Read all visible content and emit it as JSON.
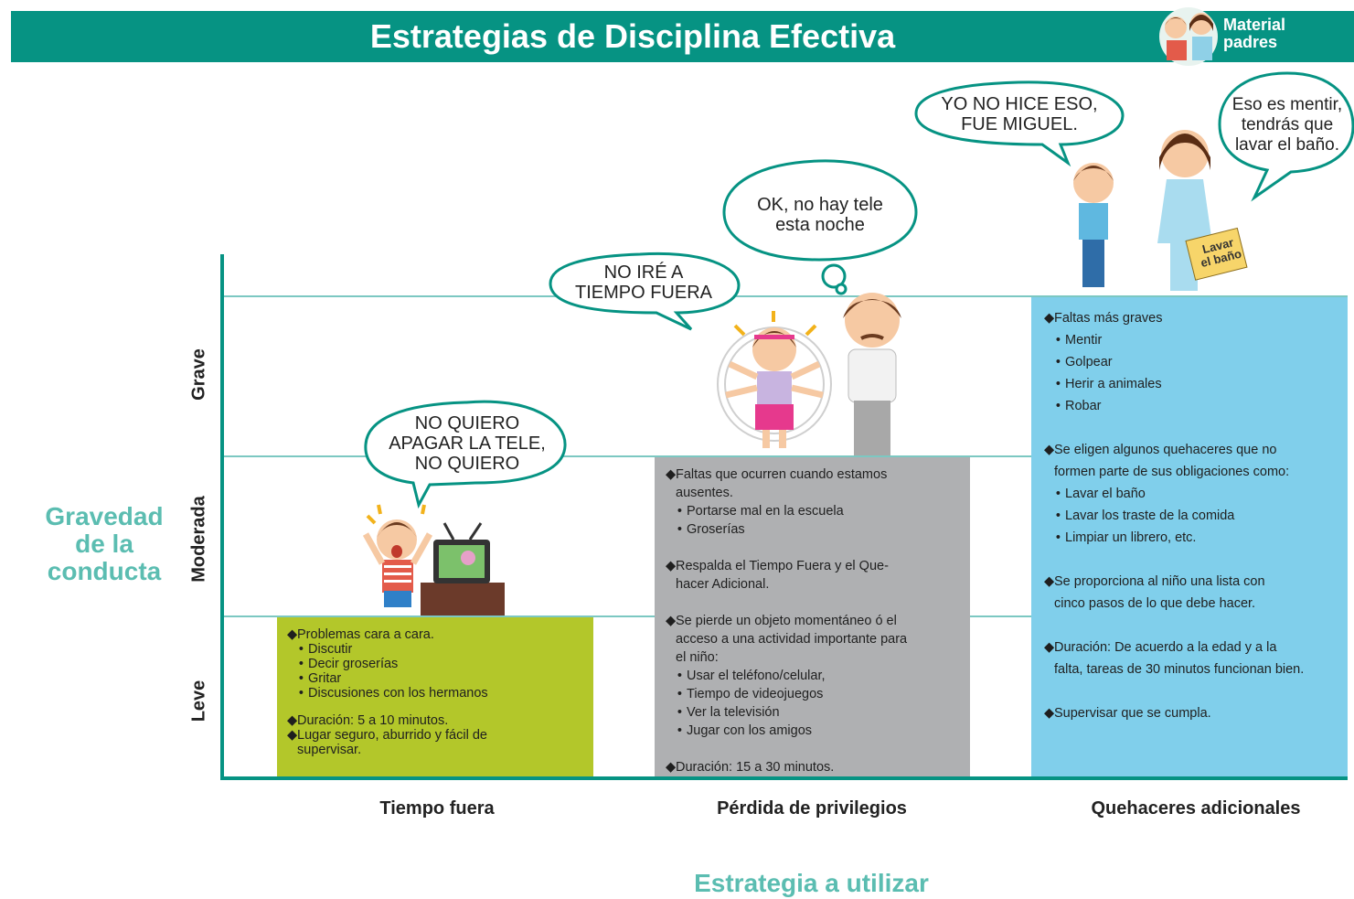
{
  "header": {
    "title": "Estrategias de Disciplina Efectiva",
    "badge_line1": "Material",
    "badge_line2": "padres"
  },
  "y_axis": {
    "title_lines": [
      "Gravedad",
      "de la",
      "conducta"
    ],
    "levels": [
      "Leve",
      "Moderada",
      "Grave"
    ]
  },
  "x_axis": {
    "title": "Estrategia a utilizar",
    "categories": [
      "Tiempo fuera",
      "Pérdida de privilegios",
      "Quehaceres adicionales"
    ]
  },
  "bubbles": {
    "tv_child": "NO QUIERO\nAPAGAR LA TELE,\nNO QUIERO",
    "girl": "NO IRÉ A\nTIEMPO FUERA",
    "father": "OK, no hay tele\nesta noche",
    "boy": "YO NO HICE ESO,\nFUE MIGUEL.",
    "mother": "Eso es mentir,\ntendrás que\nlavar el baño."
  },
  "sign_text": [
    "Lavar",
    "el baño"
  ],
  "colors": {
    "teal": "#069383",
    "light_teal": "#5bbdb1",
    "green_box": "#b3c72a",
    "gray_box": "#afb0b2",
    "blue_box": "#80cfeb"
  },
  "boxes": {
    "tiempo_fuera": {
      "p1": "Problemas cara a cara.",
      "items": [
        "Discutir",
        "Decir groserías",
        "Gritar",
        "Discusiones con los hermanos"
      ],
      "p2": "Duración: 5 a 10 minutos.",
      "p3_line1": "Lugar seguro, aburrido y fácil de",
      "p3_line2": "supervisar."
    },
    "privilegios": {
      "p1_line1": "Faltas que ocurren cuando estamos",
      "p1_line2": "ausentes.",
      "items1": [
        "Portarse mal en la escuela",
        "Groserías"
      ],
      "p2_line1": "Respalda el Tiempo Fuera y el Que-",
      "p2_line2": "hacer Adicional.",
      "p3_line1": "Se pierde un objeto momentáneo ó el",
      "p3_line2": "acceso a una actividad importante para",
      "p3_line3": "el niño:",
      "items2": [
        "Usar el teléfono/celular,",
        "Tiempo de videojuegos",
        "Ver la televisión",
        "Jugar con los amigos"
      ],
      "p4": "Duración: 15 a 30 minutos."
    },
    "quehaceres": {
      "p1": "Faltas más graves",
      "items1": [
        "Mentir",
        "Golpear",
        "Herir a animales",
        "Robar"
      ],
      "p2_line1": "Se eligen algunos quehaceres que no",
      "p2_line2": "formen parte de sus obligaciones como:",
      "items2": [
        "Lavar el baño",
        "Lavar los traste de la comida",
        "Limpiar un librero, etc."
      ],
      "p3_line1": "Se proporciona al niño una lista con",
      "p3_line2": "cinco pasos de lo que debe hacer.",
      "p4_line1": "Duración: De acuerdo a la edad y a la",
      "p4_line2": "falta, tareas de 30 minutos funcionan bien.",
      "p5": "Supervisar que se cumpla."
    }
  }
}
